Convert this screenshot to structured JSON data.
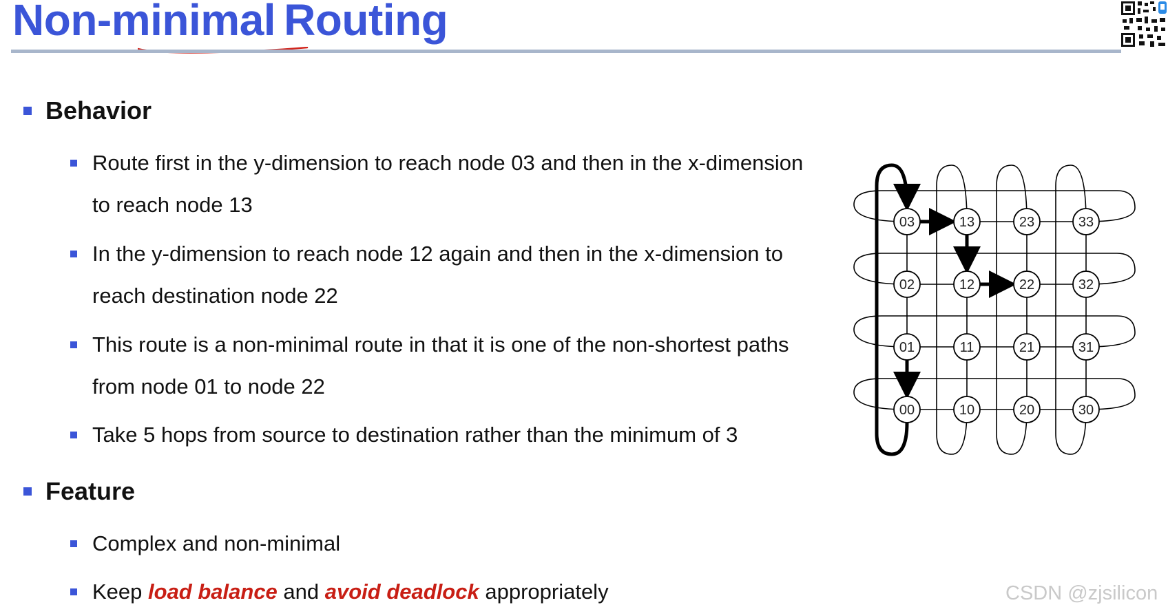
{
  "slide": {
    "title_part1": "Non-minimal",
    "title_part2": "Routing",
    "sections": [
      {
        "heading": "Behavior",
        "bullets": [
          "Route first in the y-dimension to reach node 03 and then in the x-dimension to reach node 13",
          "In the y-dimension to reach node 12 again and then in the x-dimension to reach destination node 22",
          "This route is a non-minimal route in that it is one of the non-shortest paths from node 01 to node 22",
          "Take 5 hops from source to destination rather than the minimum of 3"
        ]
      },
      {
        "heading": "Feature",
        "bullets": [
          "Complex and non-minimal"
        ],
        "keep_bullet": {
          "prefix": "Keep ",
          "highlight1": "load balance",
          "middle": " and ",
          "highlight2": "avoid deadlock",
          "suffix": " appropriately"
        }
      }
    ]
  },
  "torus": {
    "rows": [
      [
        "03",
        "13",
        "23",
        "33"
      ],
      [
        "02",
        "12",
        "22",
        "32"
      ],
      [
        "01",
        "11",
        "21",
        "31"
      ],
      [
        "00",
        "10",
        "20",
        "30"
      ]
    ],
    "route": [
      "01",
      "00",
      "03",
      "13",
      "12",
      "22"
    ]
  },
  "watermark": "CSDN @zjsilicon",
  "colors": {
    "title": "#3b55d8",
    "bullet": "#3b55d8",
    "highlight": "#c81e14",
    "rule": "#a8b6cb"
  },
  "icons": {
    "qr": "qr-code-icon",
    "bullet": "square-bullet-icon"
  }
}
